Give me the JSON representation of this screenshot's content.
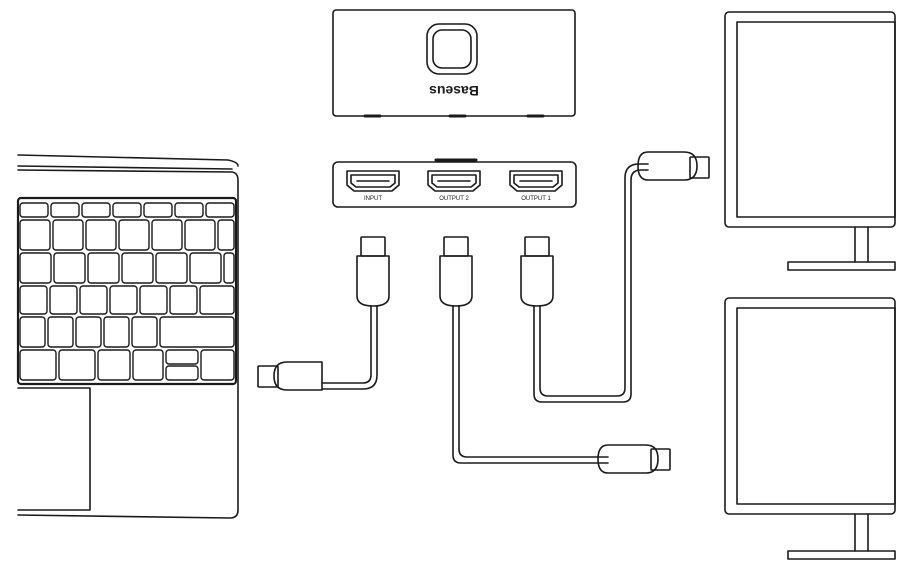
{
  "switch_box": {
    "brand": "Baseus"
  },
  "ports": [
    {
      "id": "input",
      "label": "INPUT"
    },
    {
      "id": "output2",
      "label": "OUTPUT 2"
    },
    {
      "id": "output1",
      "label": "OUTPUT 1"
    }
  ],
  "colors": {
    "line": "#1a1a1a",
    "background": "#ffffff"
  }
}
